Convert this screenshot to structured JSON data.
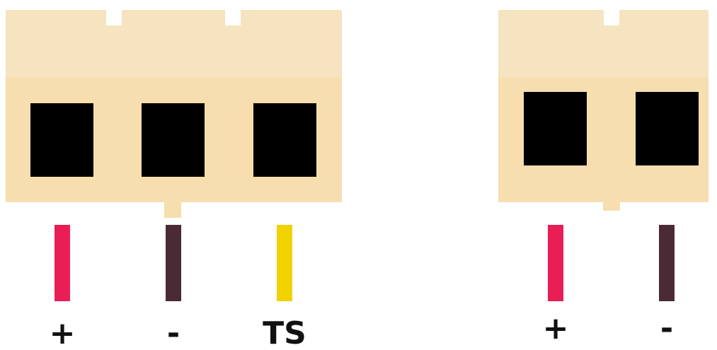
{
  "colors": {
    "housing_top": "#f6e3c0",
    "housing_body": "#f6deae",
    "cavity": "#000000",
    "wire_positive": "#e91e54",
    "wire_negative": "#4a2a35",
    "wire_ts": "#f0d200"
  },
  "connectors": [
    {
      "name": "3-pin-connector",
      "pins": [
        {
          "label": "+",
          "wire": "wire_positive"
        },
        {
          "label": "-",
          "wire": "wire_negative"
        },
        {
          "label": "TS",
          "wire": "wire_ts"
        }
      ]
    },
    {
      "name": "2-pin-connector",
      "pins": [
        {
          "label": "+",
          "wire": "wire_positive"
        },
        {
          "label": "-",
          "wire": "wire_negative"
        }
      ]
    }
  ]
}
